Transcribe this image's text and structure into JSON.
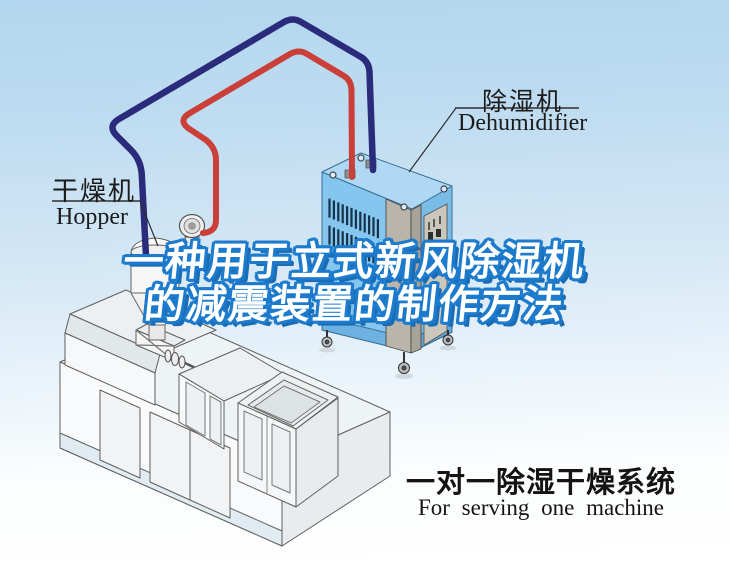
{
  "scene": {
    "sky_top_color": "#b2d6ee",
    "sky_bottom_color": "#ffffff",
    "pipes": {
      "dry_air_pipe_color": "#2b2b7b",
      "return_air_pipe_color": "#cb3f39"
    },
    "dehumidifier_colors": {
      "left_face": "#85c6ee",
      "right_face": "#79bce6",
      "top_face": "#aed8f4",
      "corner_column": "#b9b5ab",
      "side_panel": "#cbc7bd"
    },
    "machine_colors": {
      "body": "#f9fafb",
      "trim_band": "#e0ecf2"
    }
  },
  "labels": {
    "hopper": {
      "zh": "干燥机",
      "en": "Hopper"
    },
    "dehumidifier": {
      "zh": "除湿机",
      "en": "Dehumidifier"
    }
  },
  "title": {
    "line1": "一种用于立式新风除湿机",
    "line2": "的减震装置的制作方法"
  },
  "caption": {
    "zh": "一对一除湿干燥系统",
    "en": "For serving one machine"
  }
}
